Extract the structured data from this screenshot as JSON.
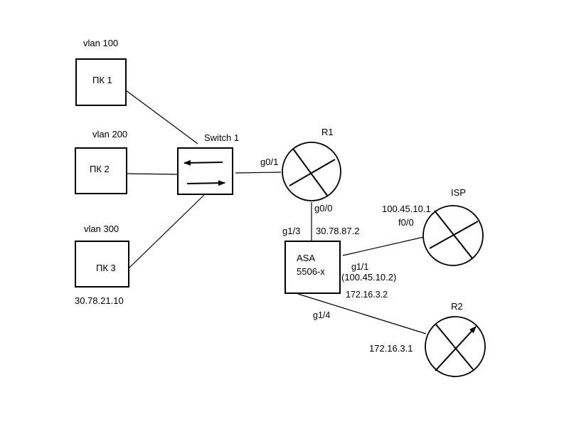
{
  "diagram": {
    "pc1": {
      "vlan": "vlan 100",
      "label": "ПК 1"
    },
    "pc2": {
      "vlan": "vlan 200",
      "label": "ПК 2"
    },
    "pc3": {
      "vlan": "vlan 300",
      "label": "ПК 3",
      "ip": "30.78.21.10"
    },
    "switch": {
      "label": "Switch 1"
    },
    "r1": {
      "label": "R1",
      "port_up": "g0/1",
      "port_down": "g0/0"
    },
    "asa": {
      "line1": "ASA",
      "line2": "5506-x",
      "port_top": "g1/3",
      "top_ip": "30.78.87.2",
      "port_isp": "g1/1",
      "isp_ip": "(100.45.10.2)",
      "r2_side_ip": "172.16.3.2",
      "port_r2": "g1/4"
    },
    "isp": {
      "label": "ISP",
      "ip": "100.45.10.1",
      "port": "f0/0"
    },
    "r2": {
      "label": "R2",
      "ip": "172.16.3.1"
    }
  }
}
